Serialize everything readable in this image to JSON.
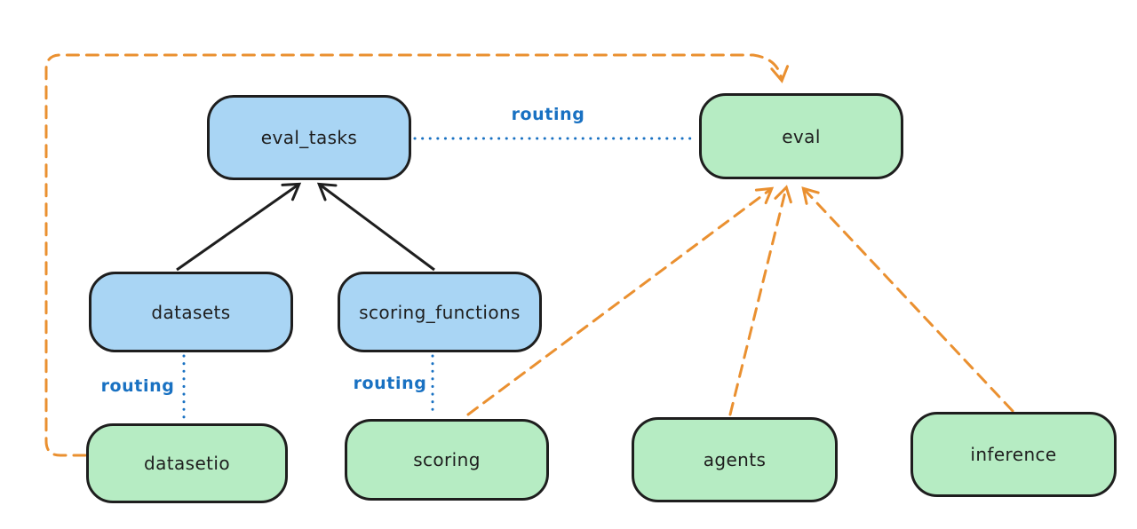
{
  "diagram": {
    "background": "#ffffff",
    "nodes": [
      {
        "id": "eval_tasks",
        "label": "eval_tasks",
        "color": "blue"
      },
      {
        "id": "eval",
        "label": "eval",
        "color": "green"
      },
      {
        "id": "datasets",
        "label": "datasets",
        "color": "blue"
      },
      {
        "id": "scoring_functions",
        "label": "scoring_functions",
        "color": "blue"
      },
      {
        "id": "datasetio",
        "label": "datasetio",
        "color": "green"
      },
      {
        "id": "scoring",
        "label": "scoring",
        "color": "green"
      },
      {
        "id": "agents",
        "label": "agents",
        "color": "green"
      },
      {
        "id": "inference",
        "label": "inference",
        "color": "green"
      }
    ],
    "edges": [
      {
        "from": "datasets",
        "to": "eval_tasks",
        "style": "solid-black-arrow",
        "label": ""
      },
      {
        "from": "scoring_functions",
        "to": "eval_tasks",
        "style": "solid-black-arrow",
        "label": ""
      },
      {
        "from": "eval_tasks",
        "to": "eval",
        "style": "dotted-blue",
        "label": "routing"
      },
      {
        "from": "datasets",
        "to": "datasetio",
        "style": "dotted-blue",
        "label": "routing"
      },
      {
        "from": "scoring_functions",
        "to": "scoring",
        "style": "dotted-blue",
        "label": "routing"
      },
      {
        "from": "datasetio",
        "to": "eval",
        "style": "dashed-orange-arrow",
        "label": ""
      },
      {
        "from": "scoring",
        "to": "eval",
        "style": "dashed-orange-arrow",
        "label": ""
      },
      {
        "from": "agents",
        "to": "eval",
        "style": "dashed-orange-arrow",
        "label": ""
      },
      {
        "from": "inference",
        "to": "eval",
        "style": "dashed-orange-arrow",
        "label": ""
      }
    ],
    "colors": {
      "stroke": "#1e1e1e",
      "blue_fill": "#a9d5f4",
      "green_fill": "#b6ecc3",
      "routing_blue": "#1971c2",
      "orange": "#ea9030"
    }
  }
}
